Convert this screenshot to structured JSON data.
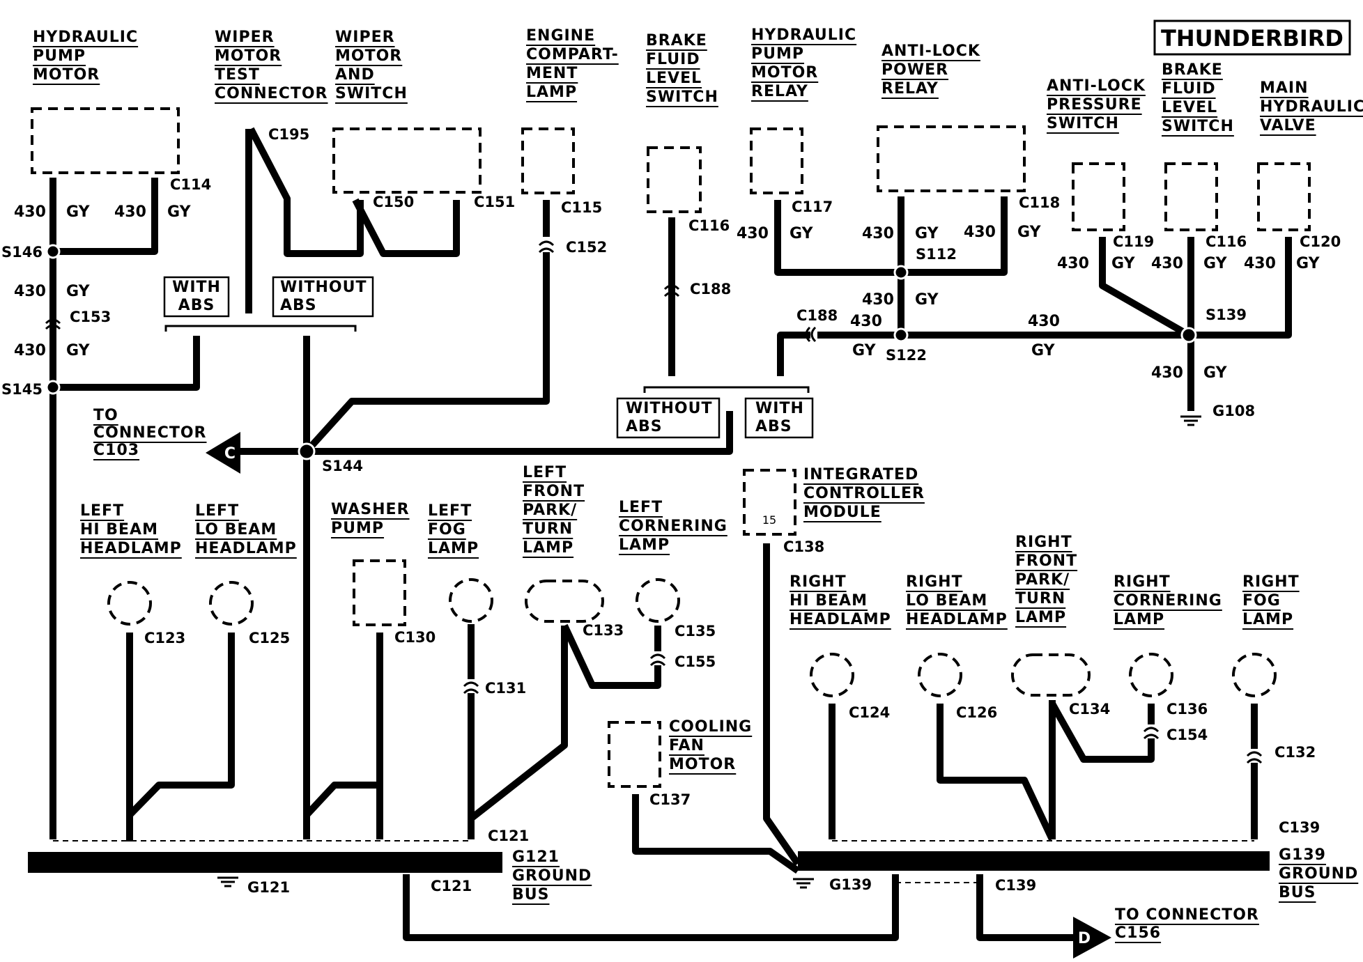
{
  "title": "THUNDERBIRD",
  "wire": {
    "circuit": "430",
    "color": "GY"
  },
  "components": {
    "hyd_pump_motor": [
      "HYDRAULIC",
      "PUMP",
      "MOTOR"
    ],
    "wiper_test_conn": [
      "WIPER",
      "MOTOR",
      "TEST",
      "CONNECTOR"
    ],
    "wiper_motor_switch": [
      "WIPER",
      "MOTOR",
      "AND",
      "SWITCH"
    ],
    "engine_lamp": [
      "ENGINE",
      "COMPART-",
      "MENT",
      "LAMP"
    ],
    "brake_fluid_1": [
      "BRAKE",
      "FLUID",
      "LEVEL",
      "SWITCH"
    ],
    "hyd_pump_relay": [
      "HYDRAULIC",
      "PUMP",
      "MOTOR",
      "RELAY"
    ],
    "antilock_relay": [
      "ANTI-LOCK",
      "POWER",
      "RELAY"
    ],
    "antilock_pressure": [
      "ANTI-LOCK",
      "PRESSURE",
      "SWITCH"
    ],
    "brake_fluid_2": [
      "BRAKE",
      "FLUID",
      "LEVEL",
      "SWITCH"
    ],
    "main_valve": [
      "MAIN",
      "HYDRAULIC",
      "VALVE"
    ],
    "left_hi": [
      "LEFT",
      "HI BEAM",
      "HEADLAMP"
    ],
    "left_lo": [
      "LEFT",
      "LO BEAM",
      "HEADLAMP"
    ],
    "washer": [
      "WASHER",
      "PUMP"
    ],
    "left_fog": [
      "LEFT",
      "FOG",
      "LAMP"
    ],
    "left_park": [
      "LEFT",
      "FRONT",
      "PARK/",
      "TURN",
      "LAMP"
    ],
    "left_corner": [
      "LEFT",
      "CORNERING",
      "LAMP"
    ],
    "icm": [
      "INTEGRATED",
      "CONTROLLER",
      "MODULE"
    ],
    "icm_pin": "15",
    "cooling_fan": [
      "COOLING",
      "FAN",
      "MOTOR"
    ],
    "right_hi": [
      "RIGHT",
      "HI BEAM",
      "HEADLAMP"
    ],
    "right_lo": [
      "RIGHT",
      "LO BEAM",
      "HEADLAMP"
    ],
    "right_park": [
      "RIGHT",
      "FRONT",
      "PARK/",
      "TURN",
      "LAMP"
    ],
    "right_corner": [
      "RIGHT",
      "CORNERING",
      "LAMP"
    ],
    "right_fog": [
      "RIGHT",
      "FOG",
      "LAMP"
    ]
  },
  "options": {
    "with_abs": [
      "WITH",
      "ABS"
    ],
    "without_abs": [
      "WITHOUT",
      "ABS"
    ]
  },
  "connectors": {
    "c114": "C114",
    "c195": "C195",
    "c150": "C150",
    "c151": "C151",
    "c115": "C115",
    "c152": "C152",
    "c116a": "C116",
    "c188a": "C188",
    "c117": "C117",
    "c118": "C118",
    "c119": "C119",
    "c116b": "C116",
    "c120": "C120",
    "c153": "C153",
    "c188b": "C188",
    "c138": "C138",
    "c123": "C123",
    "c125": "C125",
    "c130": "C130",
    "c131": "C131",
    "c133": "C133",
    "c135": "C135",
    "c155": "C155",
    "c137": "C137",
    "c124": "C124",
    "c126": "C126",
    "c134": "C134",
    "c136": "C136",
    "c154": "C154",
    "c132": "C132",
    "c121a": "C121",
    "c121b": "C121",
    "c139a": "C139",
    "c139b": "C139"
  },
  "splices": {
    "s146": "S146",
    "s145": "S145",
    "s112": "S112",
    "s122": "S122",
    "s139": "S139",
    "s144": "S144"
  },
  "grounds": {
    "g108": "G108",
    "g121": "G121",
    "g139": "G139",
    "g121_bus": [
      "G121",
      "GROUND",
      "BUS"
    ],
    "g139_bus": [
      "G139",
      "GROUND",
      "BUS"
    ]
  },
  "to_connector_c": {
    "letter": "C",
    "text": [
      "TO",
      "CONNECTOR",
      "C103"
    ]
  },
  "to_connector_d": {
    "letter": "D",
    "text": [
      "TO CONNECTOR",
      "C156"
    ]
  }
}
